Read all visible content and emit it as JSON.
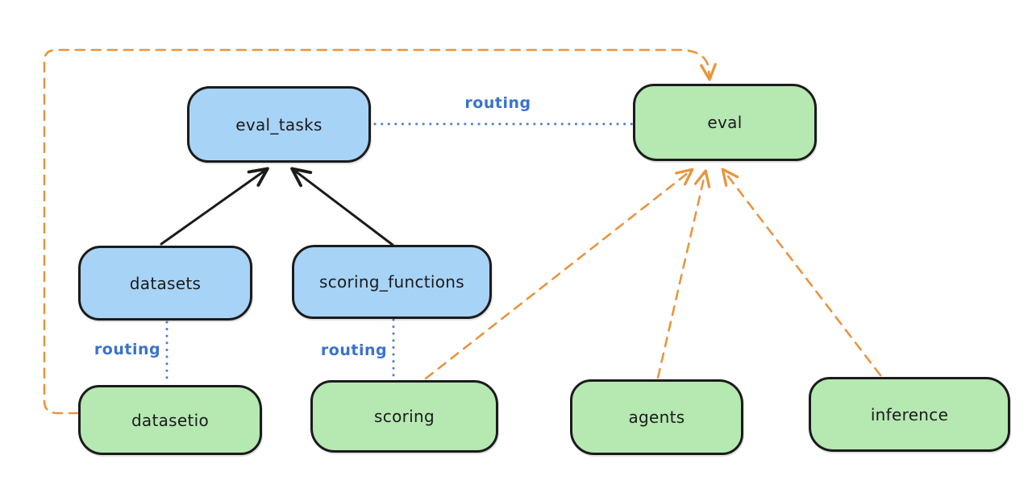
{
  "diagram": {
    "nodes": {
      "eval_tasks": {
        "label": "eval_tasks",
        "kind": "api"
      },
      "eval": {
        "label": "eval",
        "kind": "provider"
      },
      "datasets": {
        "label": "datasets",
        "kind": "api"
      },
      "scoring_functions": {
        "label": "scoring_functions",
        "kind": "api"
      },
      "datasetio": {
        "label": "datasetio",
        "kind": "provider"
      },
      "scoring": {
        "label": "scoring",
        "kind": "provider"
      },
      "agents": {
        "label": "agents",
        "kind": "provider"
      },
      "inference": {
        "label": "inference",
        "kind": "provider"
      }
    },
    "edge_labels": {
      "eval_tasks_eval": "routing",
      "datasets_datasetio": "routing",
      "scoring_functions_scoring": "routing"
    },
    "colors": {
      "api_node_fill": "#a7d3f6",
      "provider_node_fill": "#b6e8b2",
      "node_border": "#1b1b1b",
      "solid_arrow": "#1b1b1b",
      "dashed_arrow": "#e8953e",
      "routing_line": "#4a7fd1",
      "routing_label": "#3a72cc"
    }
  }
}
